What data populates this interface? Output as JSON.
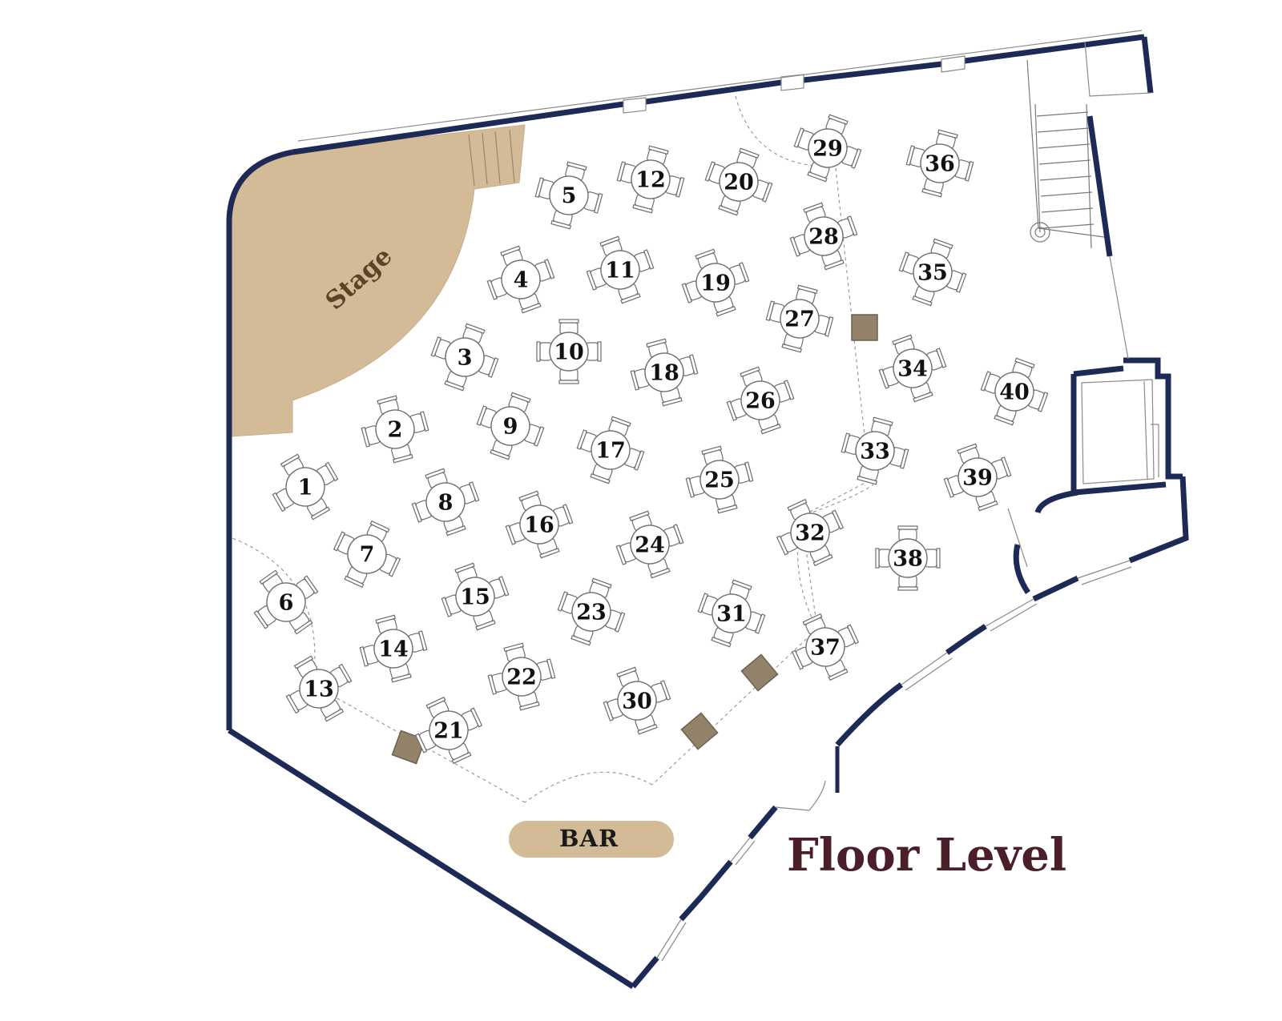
{
  "title": "Floor Level",
  "stage_label": "Stage",
  "bar_label": "BAR",
  "colors": {
    "wall": "#1c2a55",
    "stage": "#d4bb98",
    "pillar": "#93826a",
    "title": "#4a1f2a"
  },
  "tables": [
    {
      "number": "1"
    },
    {
      "number": "2"
    },
    {
      "number": "3"
    },
    {
      "number": "4"
    },
    {
      "number": "5"
    },
    {
      "number": "6"
    },
    {
      "number": "7"
    },
    {
      "number": "8"
    },
    {
      "number": "9"
    },
    {
      "number": "10"
    },
    {
      "number": "11"
    },
    {
      "number": "12"
    },
    {
      "number": "13"
    },
    {
      "number": "14"
    },
    {
      "number": "15"
    },
    {
      "number": "16"
    },
    {
      "number": "17"
    },
    {
      "number": "18"
    },
    {
      "number": "19"
    },
    {
      "number": "20"
    },
    {
      "number": "21"
    },
    {
      "number": "22"
    },
    {
      "number": "23"
    },
    {
      "number": "24"
    },
    {
      "number": "25"
    },
    {
      "number": "26"
    },
    {
      "number": "27"
    },
    {
      "number": "28"
    },
    {
      "number": "29"
    },
    {
      "number": "30"
    },
    {
      "number": "31"
    },
    {
      "number": "32"
    },
    {
      "number": "33"
    },
    {
      "number": "34"
    },
    {
      "number": "35"
    },
    {
      "number": "36"
    },
    {
      "number": "37"
    },
    {
      "number": "38"
    },
    {
      "number": "39"
    },
    {
      "number": "40"
    }
  ]
}
